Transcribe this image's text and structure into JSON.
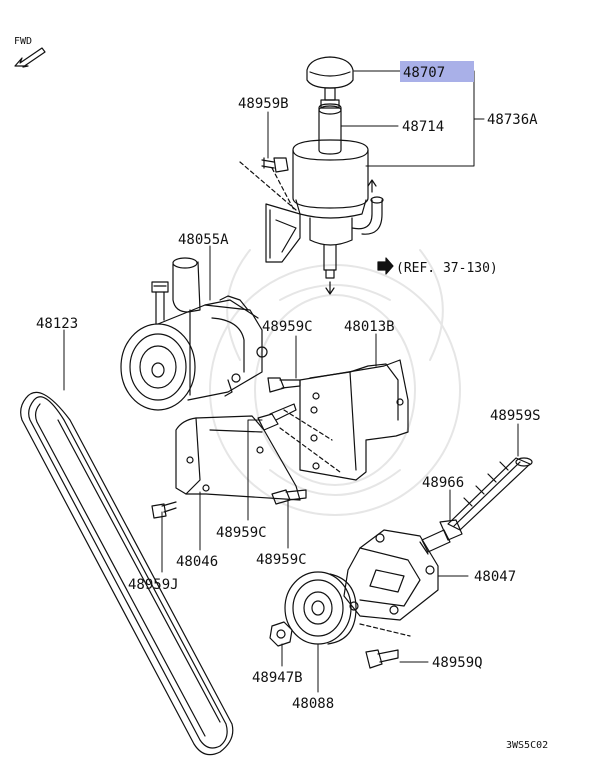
{
  "diagram": {
    "fwd_label": "FWD",
    "ref_label": "(REF. 37-130)",
    "code": "3WS5C02",
    "highlight_color": "#a9b0e8",
    "parts": [
      {
        "id": "p48707",
        "label": "48707",
        "highlighted": true
      },
      {
        "id": "p48736A",
        "label": "48736A"
      },
      {
        "id": "p48714",
        "label": "48714"
      },
      {
        "id": "p48959B",
        "label": "48959B"
      },
      {
        "id": "p48055A",
        "label": "48055A"
      },
      {
        "id": "p48123",
        "label": "48123"
      },
      {
        "id": "p48959C1",
        "label": "48959C"
      },
      {
        "id": "p48013B",
        "label": "48013B"
      },
      {
        "id": "p48959S",
        "label": "48959S"
      },
      {
        "id": "p48966",
        "label": "48966"
      },
      {
        "id": "p48959C2",
        "label": "48959C"
      },
      {
        "id": "p48046",
        "label": "48046"
      },
      {
        "id": "p48959C3",
        "label": "48959C"
      },
      {
        "id": "p48047",
        "label": "48047"
      },
      {
        "id": "p48959J",
        "label": "48959J"
      },
      {
        "id": "p48947B",
        "label": "48947B"
      },
      {
        "id": "p48959Q",
        "label": "48959Q"
      },
      {
        "id": "p48088",
        "label": "48088"
      }
    ]
  }
}
